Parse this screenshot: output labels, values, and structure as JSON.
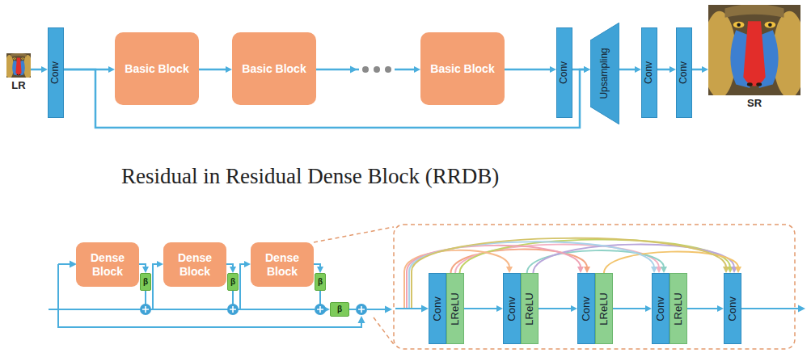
{
  "diagram": {
    "nodes": [
      {
        "text": [
          "LR"
        ]
      },
      {
        "text": [
          "Conv"
        ]
      },
      {
        "text": [
          "Basic Block"
        ]
      },
      {
        "text": [
          "Basic Block"
        ]
      },
      {
        "text": [
          "Basic Block"
        ]
      },
      {
        "text": [
          "Conv"
        ]
      },
      {
        "text": [
          "Upsampling"
        ]
      },
      {
        "text": [
          "Conv"
        ]
      },
      {
        "text": [
          "Conv"
        ]
      },
      {
        "text": [
          "SR"
        ]
      },
      {
        "text": [
          "Dense Block"
        ]
      },
      {
        "text": [
          "β"
        ]
      },
      {
        "text": [
          "Dense Block"
        ]
      },
      {
        "text": [
          "β"
        ]
      },
      {
        "text": [
          "Dense Block"
        ]
      },
      {
        "text": [
          "β"
        ]
      },
      {
        "text": [
          "β"
        ]
      },
      {
        "text": [
          "Conv"
        ]
      },
      {
        "text": [
          "LReLU"
        ]
      },
      {
        "text": [
          "Conv"
        ]
      },
      {
        "text": [
          "LReLU"
        ]
      },
      {
        "text": [
          "Conv"
        ]
      },
      {
        "text": [
          "LReLU"
        ]
      },
      {
        "text": [
          "Conv"
        ]
      },
      {
        "text": [
          "LReLU"
        ]
      },
      {
        "text": [
          "Conv"
        ]
      }
    ],
    "edges": [
      {
        "from": 0,
        "to": 1,
        "arrow": "to"
      },
      {
        "from": 1,
        "to": 2,
        "arrow": "to"
      },
      {
        "from": 2,
        "to": 3,
        "arrow": "to"
      },
      {
        "from": 3,
        "to": 4,
        "arrow": "to"
      },
      {
        "from": 4,
        "to": 5,
        "arrow": "to"
      },
      {
        "from": 5,
        "to": 6,
        "arrow": "to"
      },
      {
        "from": 1,
        "to": 6,
        "arrow": "to"
      },
      {
        "from": 6,
        "to": 7,
        "arrow": "to"
      },
      {
        "from": 7,
        "to": 8,
        "arrow": "to"
      },
      {
        "from": 8,
        "to": 9,
        "arrow": "to"
      },
      {
        "from": 10,
        "to": 11,
        "arrow": "to"
      },
      {
        "from": 11,
        "to": 12,
        "arrow": "to"
      },
      {
        "from": 12,
        "to": 13,
        "arrow": "to"
      },
      {
        "from": 13,
        "to": 14,
        "arrow": "to"
      },
      {
        "from": 14,
        "to": 15,
        "arrow": "to"
      },
      {
        "from": 15,
        "to": 16,
        "arrow": "to"
      },
      {
        "from": 18,
        "to": 19,
        "arrow": "to"
      },
      {
        "from": 20,
        "to": 21,
        "arrow": "to"
      },
      {
        "from": 22,
        "to": 23,
        "arrow": "to"
      },
      {
        "from": 24,
        "to": 25,
        "arrow": "to"
      },
      {
        "from": 18,
        "to": 21,
        "arrow": "to"
      },
      {
        "from": 18,
        "to": 23,
        "arrow": "to"
      },
      {
        "from": 18,
        "to": 25,
        "arrow": "to"
      },
      {
        "from": 20,
        "to": 23,
        "arrow": "to"
      },
      {
        "from": 20,
        "to": 25,
        "arrow": "to"
      },
      {
        "from": 22,
        "to": 25,
        "arrow": "to"
      }
    ],
    "labels": [
      "Residual in Residual Dense Block (RRDB)"
    ]
  }
}
